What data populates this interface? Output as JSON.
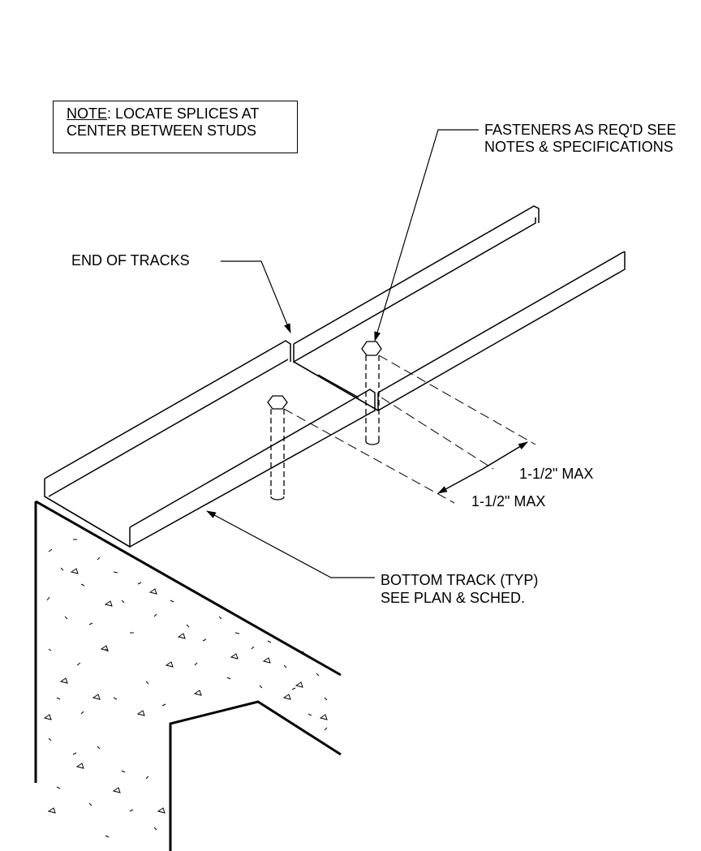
{
  "note": {
    "keyword": "NOTE",
    "rest": ": LOCATE SPLICES AT",
    "line2": "CENTER BETWEEN STUDS"
  },
  "callouts": {
    "fasteners_line1": "FASTENERS AS REQ'D SEE",
    "fasteners_line2": "NOTES & SPECIFICATIONS",
    "end_of_tracks": "END OF TRACKS",
    "bottom_track_line1": "BOTTOM TRACK (TYP)",
    "bottom_track_line2": "SEE PLAN & SCHED."
  },
  "dimensions": {
    "dim_upper": "1-1/2\" MAX",
    "dim_lower": "1-1/2\" MAX"
  }
}
